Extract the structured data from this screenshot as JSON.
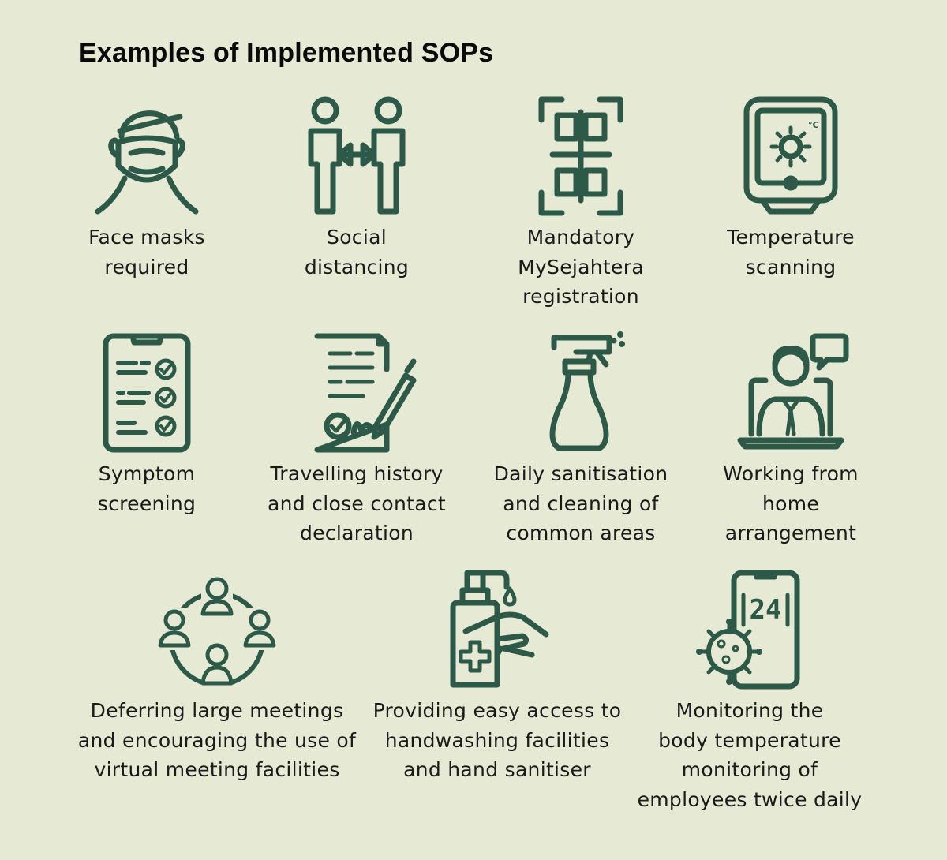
{
  "title": "Examples of Implemented SOPs",
  "accent_color": "#2d5949",
  "background_color": "#e6e9d3",
  "items": [
    {
      "icon": "face-mask-icon",
      "lines": [
        "Face masks",
        "required"
      ]
    },
    {
      "icon": "social-distancing-icon",
      "lines": [
        "Social",
        "distancing"
      ]
    },
    {
      "icon": "qr-code-icon",
      "lines": [
        "Mandatory",
        "MySejahtera",
        "registration"
      ]
    },
    {
      "icon": "temperature-scanner-icon",
      "lines": [
        "Temperature",
        "scanning"
      ]
    },
    {
      "icon": "checklist-icon",
      "lines": [
        "Symptom",
        "screening"
      ]
    },
    {
      "icon": "signed-document-icon",
      "lines": [
        "Travelling history",
        "and close contact",
        "declaration"
      ]
    },
    {
      "icon": "spray-bottle-icon",
      "lines": [
        "Daily sanitisation",
        "and cleaning of",
        "common areas"
      ]
    },
    {
      "icon": "work-from-home-icon",
      "lines": [
        "Working from",
        "home",
        "arrangement"
      ]
    },
    {
      "icon": "virtual-meeting-icon",
      "lines": [
        "Deferring large meetings",
        "and encouraging the use of",
        "virtual meeting facilities"
      ]
    },
    {
      "icon": "hand-sanitiser-icon",
      "lines": [
        "Providing easy access to",
        "handwashing facilities",
        "and hand sanitiser"
      ]
    },
    {
      "icon": "phone-virus-24-icon",
      "phone_display": "24",
      "lines": [
        "Monitoring the",
        "body temperature",
        "monitoring of",
        "employees twice daily"
      ]
    }
  ]
}
